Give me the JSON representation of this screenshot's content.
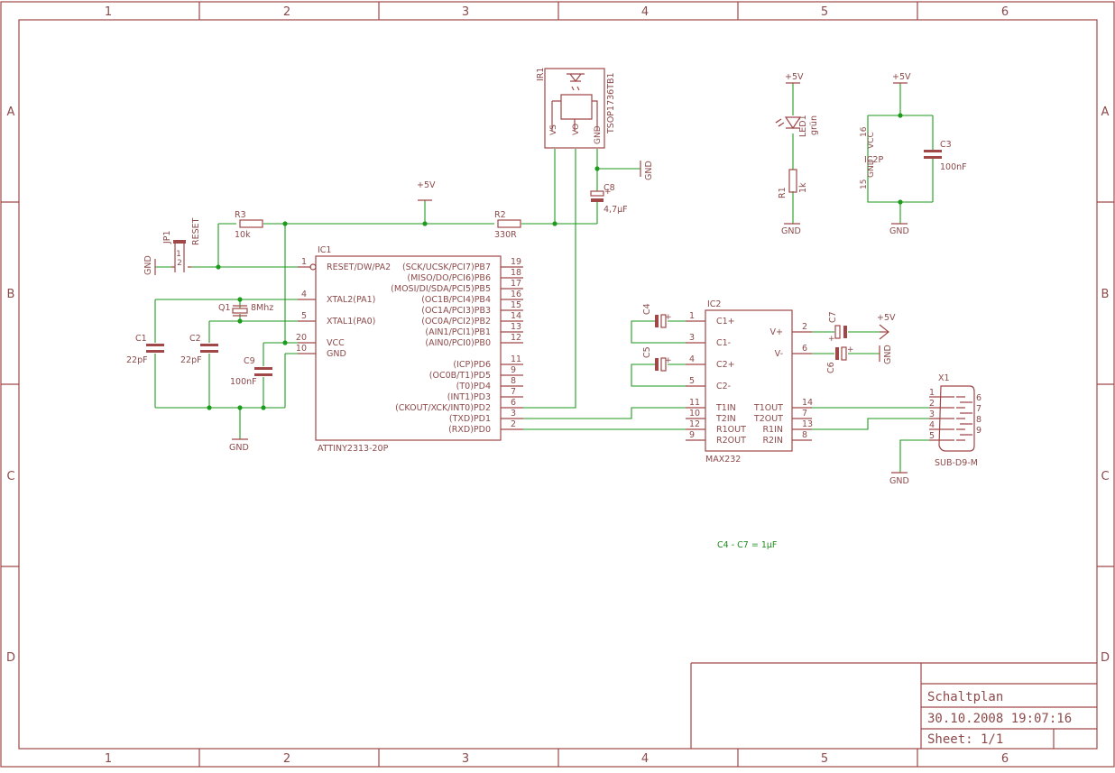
{
  "frame": {
    "columns": [
      "1",
      "2",
      "3",
      "4",
      "5",
      "6"
    ],
    "rows": [
      "A",
      "B",
      "C",
      "D"
    ]
  },
  "title_block": {
    "title": "Schaltplan",
    "date": "30.10.2008 19:07:16",
    "sheet": "Sheet: 1/1"
  },
  "note": "C4 - C7 = 1µF",
  "colors": {
    "part": "#a04848",
    "wire": "#1e9a1e",
    "text": "#8c4a4a"
  },
  "ic1": {
    "ref": "IC1",
    "value": "ATTINY2313-20P",
    "left_pins": [
      {
        "num": "1",
        "name": "RESET/DW/PA2"
      },
      {
        "num": "4",
        "name": "XTAL2(PA1)"
      },
      {
        "num": "5",
        "name": "XTAL1(PA0)"
      },
      {
        "num": "20",
        "name": "VCC"
      },
      {
        "num": "10",
        "name": "GND"
      }
    ],
    "right_pins": [
      {
        "num": "19",
        "name": "(SCK/UCSK/PCI7)PB7"
      },
      {
        "num": "18",
        "name": "(MISO/DO/PCI6)PB6"
      },
      {
        "num": "17",
        "name": "(MOSI/DI/SDA/PCI5)PB5"
      },
      {
        "num": "16",
        "name": "(OC1B/PCI4)PB4"
      },
      {
        "num": "15",
        "name": "(OC1A/PCI3)PB3"
      },
      {
        "num": "14",
        "name": "(OC0A/PCI2)PB2"
      },
      {
        "num": "13",
        "name": "(AIN1/PCI1)PB1"
      },
      {
        "num": "12",
        "name": "(AIN0/PCI0)PB0"
      },
      {
        "num": "11",
        "name": "(ICP)PD6"
      },
      {
        "num": "9",
        "name": "(OC0B/T1)PD5"
      },
      {
        "num": "8",
        "name": "(T0)PD4"
      },
      {
        "num": "7",
        "name": "(INT1)PD3"
      },
      {
        "num": "6",
        "name": "(CKOUT/XCK/INT0)PD2"
      },
      {
        "num": "3",
        "name": "(TXD)PD1"
      },
      {
        "num": "2",
        "name": "(RXD)PD0"
      }
    ]
  },
  "ic2": {
    "ref": "IC2",
    "value": "MAX232",
    "left_pins": [
      {
        "num": "1",
        "name": "C1+"
      },
      {
        "num": "3",
        "name": "C1-"
      },
      {
        "num": "4",
        "name": "C2+"
      },
      {
        "num": "5",
        "name": "C2-"
      },
      {
        "num": "11",
        "name": "T1IN"
      },
      {
        "num": "10",
        "name": "T2IN"
      },
      {
        "num": "12",
        "name": "R1OUT"
      },
      {
        "num": "9",
        "name": "R2OUT"
      }
    ],
    "right_pins": [
      {
        "num": "2",
        "name": "V+"
      },
      {
        "num": "6",
        "name": "V-"
      },
      {
        "num": "14",
        "name": "T1OUT"
      },
      {
        "num": "7",
        "name": "T2OUT"
      },
      {
        "num": "13",
        "name": "R1IN"
      },
      {
        "num": "8",
        "name": "R2IN"
      }
    ]
  },
  "ic2p": {
    "ref": "IC2P",
    "vcc_label": "VCC",
    "gnd_label": "GND",
    "vcc_pin": "16",
    "gnd_pin": "15"
  },
  "parts": {
    "r1": {
      "ref": "R1",
      "value": "1k"
    },
    "r2": {
      "ref": "R2",
      "value": "330R"
    },
    "r3": {
      "ref": "R3",
      "value": "10k"
    },
    "c1": {
      "ref": "C1",
      "value": "22pF"
    },
    "c2": {
      "ref": "C2",
      "value": "22pF"
    },
    "c3": {
      "ref": "C3",
      "value": "100nF"
    },
    "c4": {
      "ref": "C4"
    },
    "c5": {
      "ref": "C5"
    },
    "c6": {
      "ref": "C6"
    },
    "c7": {
      "ref": "C7"
    },
    "c8": {
      "ref": "C8",
      "value": "4,7µF"
    },
    "c9": {
      "ref": "C9",
      "value": "100nF"
    },
    "q1": {
      "ref": "Q1",
      "value": "8Mhz"
    },
    "led1": {
      "ref": "LED1",
      "value": "grün"
    },
    "jp1": {
      "ref": "JP1",
      "value": "RESET",
      "pin1": "1",
      "pin2": "2"
    },
    "ir1": {
      "ref": "IR1",
      "value": "TSOP1736TB1",
      "pins": [
        "VS",
        "VO",
        "GND"
      ]
    },
    "x1": {
      "ref": "X1",
      "value": "SUB-D9-M",
      "left_pins": [
        "1",
        "2",
        "3",
        "4",
        "5"
      ],
      "right_pins": [
        "6",
        "7",
        "8",
        "9"
      ]
    }
  },
  "supply": {
    "vcc": "+5V",
    "gnd": "GND"
  }
}
